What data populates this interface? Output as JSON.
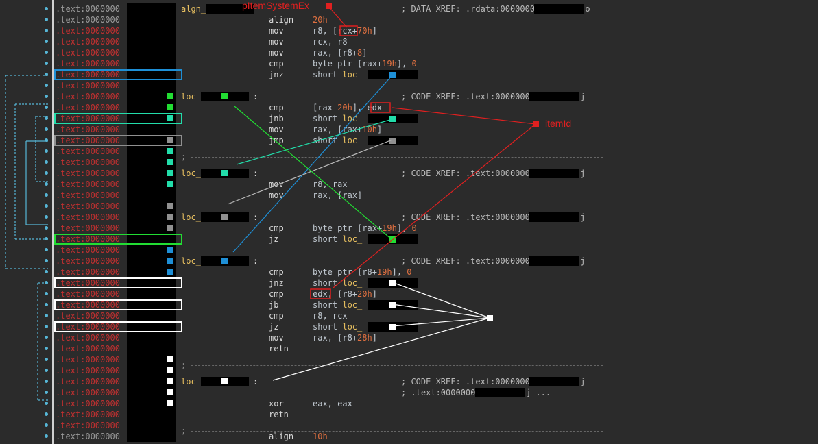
{
  "gutter_label": ".text:0000000",
  "rows": [
    {
      "label": "algn_",
      "mn": "",
      "op": "",
      "cm": "; DATA XREF: .rdata:0000000",
      "cm_tail": "o"
    },
    {
      "label": "",
      "mn": "align",
      "op": "20h"
    },
    {
      "label": "",
      "mn": "mov",
      "op": "r8, [rcx+70h]"
    },
    {
      "label": "",
      "mn": "mov",
      "op": "rcx, r8"
    },
    {
      "label": "",
      "mn": "mov",
      "op": "rax, [r8+8]"
    },
    {
      "label": "",
      "mn": "cmp",
      "op": "byte ptr [rax+19h], 0"
    },
    {
      "label": "",
      "mn": "jnz",
      "op": "short loc_"
    },
    {
      "label": "",
      "mn": "",
      "op": ""
    },
    {
      "label": "loc_",
      "mn": "",
      "op": "",
      "cm": "; CODE XREF: .text:0000000",
      "cm_tail": "j"
    },
    {
      "label": "",
      "mn": "cmp",
      "op": "[rax+20h], edx"
    },
    {
      "label": "",
      "mn": "jnb",
      "op": "short loc_"
    },
    {
      "label": "",
      "mn": "mov",
      "op": "rax, [rax+10h]"
    },
    {
      "label": "",
      "mn": "jmp",
      "op": "short loc_"
    },
    {
      "label": "",
      "mn": "",
      "op": ""
    },
    {
      "label": "",
      "mn": "",
      "op": ""
    },
    {
      "label": "loc_",
      "mn": "",
      "op": "",
      "cm": "; CODE XREF: .text:0000000",
      "cm_tail": "j"
    },
    {
      "label": "",
      "mn": "mov",
      "op": "r8, rax"
    },
    {
      "label": "",
      "mn": "mov",
      "op": "rax, [rax]"
    },
    {
      "label": "",
      "mn": "",
      "op": ""
    },
    {
      "label": "loc_",
      "mn": "",
      "op": "",
      "cm": "; CODE XREF: .text:0000000",
      "cm_tail": "j"
    },
    {
      "label": "",
      "mn": "cmp",
      "op": "byte ptr [rax+19h], 0"
    },
    {
      "label": "",
      "mn": "jz",
      "op": "short loc_"
    },
    {
      "label": "",
      "mn": "",
      "op": ""
    },
    {
      "label": "loc_",
      "mn": "",
      "op": "",
      "cm": "; CODE XREF: .text:0000000",
      "cm_tail": "j"
    },
    {
      "label": "",
      "mn": "cmp",
      "op": "byte ptr [r8+19h], 0"
    },
    {
      "label": "",
      "mn": "jnz",
      "op": "short loc_"
    },
    {
      "label": "",
      "mn": "cmp",
      "op": "edx, [r8+20h]"
    },
    {
      "label": "",
      "mn": "jb",
      "op": "short loc_"
    },
    {
      "label": "",
      "mn": "cmp",
      "op": "r8, rcx"
    },
    {
      "label": "",
      "mn": "jz",
      "op": "short loc_"
    },
    {
      "label": "",
      "mn": "mov",
      "op": "rax, [r8+28h]"
    },
    {
      "label": "",
      "mn": "retn",
      "op": ""
    },
    {
      "label": "",
      "mn": "",
      "op": ""
    },
    {
      "label": "",
      "mn": "",
      "op": ""
    },
    {
      "label": "loc_",
      "mn": "",
      "op": "",
      "cm": "; CODE XREF: .text:0000000",
      "cm_tail": "j"
    },
    {
      "label": "",
      "mn": "",
      "op": "",
      "cm": "; .text:0000000",
      "cm_tail": "j ..."
    },
    {
      "label": "",
      "mn": "xor",
      "op": "eax, eax"
    },
    {
      "label": "",
      "mn": "retn",
      "op": ""
    },
    {
      "label": "",
      "mn": "",
      "op": ""
    },
    {
      "label": "",
      "mn": "align",
      "op": "10h"
    }
  ],
  "annotations": {
    "pitem": "pItemSystemEx",
    "itemid": "itemId"
  },
  "separator_char": ";",
  "colors": {
    "blue": "#1e8fd6",
    "green": "#22dd33",
    "teal": "#22ddaa",
    "gray": "#909090",
    "white": "#ffffff",
    "red": "#e02020",
    "addr_red": "#c03030",
    "addr_gray": "#9a9a9a",
    "label_yellow": "#e8c060"
  }
}
